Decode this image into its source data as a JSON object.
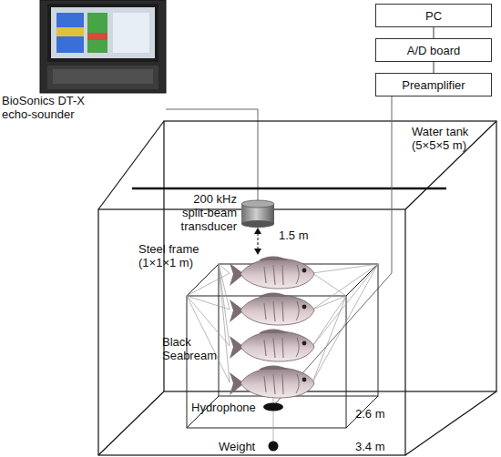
{
  "diagram": {
    "nodes": [
      {
        "text": [
          "PC"
        ]
      },
      {
        "text": [
          "A/D board"
        ]
      },
      {
        "text": [
          "Preamplifier"
        ]
      }
    ],
    "edges": [
      {
        "from": 0,
        "to": 1,
        "arrow": "none"
      },
      {
        "from": 1,
        "to": 2,
        "arrow": "none"
      }
    ],
    "labels": [
      "BioSonics DT-X echo-sounder",
      "200 kHz split-beam transducer",
      "Water tank (5×5×5 m)",
      "Steel frame (1×1×1 m)",
      "1.5 m",
      "Black Seabream",
      "Hydrophone",
      "2.6 m",
      "Weight",
      "3.4 m"
    ]
  }
}
